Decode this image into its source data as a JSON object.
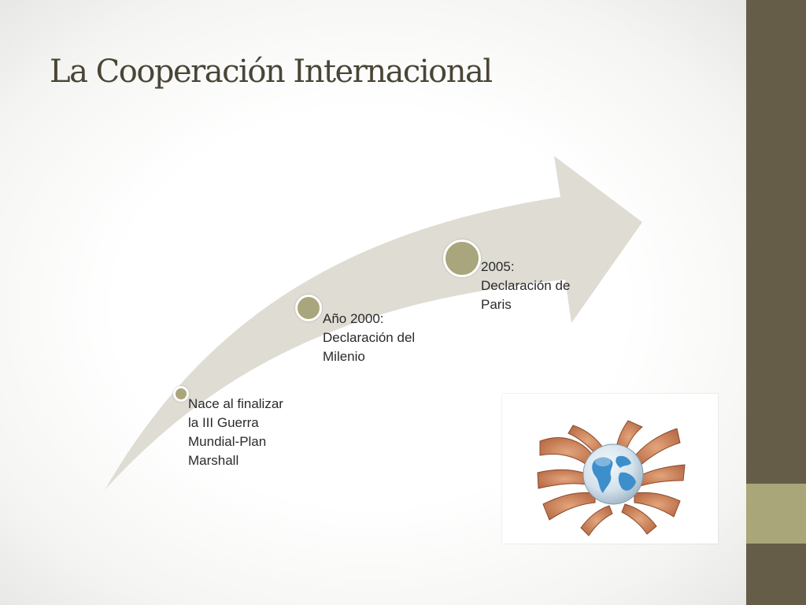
{
  "slide": {
    "title": "La Cooperación Internacional"
  },
  "timeline": {
    "items": [
      {
        "label": "Nace al finalizar\nla III Guerra\nMundial-Plan\nMarshall"
      },
      {
        "label": "Año 2000:\nDeclaración del\nMilenio"
      },
      {
        "label": "2005:\nDeclaración de\nParis"
      }
    ]
  },
  "colors": {
    "sidebar": "#665d48",
    "sidebar_accent": "#a9a67a",
    "arrow": "#dedcd3",
    "dot": "#a9a57c",
    "title": "#4a4536"
  },
  "image": {
    "icon": "globe-hands-icon"
  }
}
